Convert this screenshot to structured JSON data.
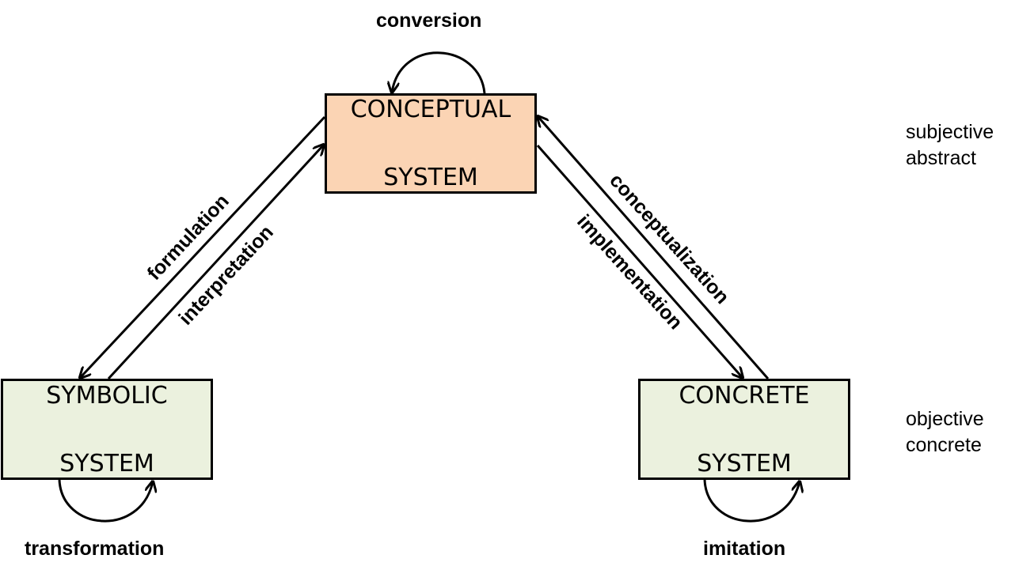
{
  "boxes": {
    "conceptual": {
      "line1": "CONCEPTUAL",
      "line2": "SYSTEM",
      "fill": "#fbd4b4"
    },
    "symbolic": {
      "line1": "SYMBOLIC",
      "line2": "SYSTEM",
      "fill": "#ebf1de"
    },
    "concrete": {
      "line1": "CONCRETE",
      "line2": "SYSTEM",
      "fill": "#ebf1de"
    }
  },
  "loops": {
    "conversion": "conversion",
    "transformation": "transformation",
    "imitation": "imitation"
  },
  "edges": {
    "formulation": "formulation",
    "interpretation": "interpretation",
    "conceptualization": "conceptualization",
    "implementation": "implementation"
  },
  "levels": {
    "top_line1": "subjective",
    "top_line2": "abstract",
    "bottom_line1": "objective",
    "bottom_line2": "concrete"
  }
}
